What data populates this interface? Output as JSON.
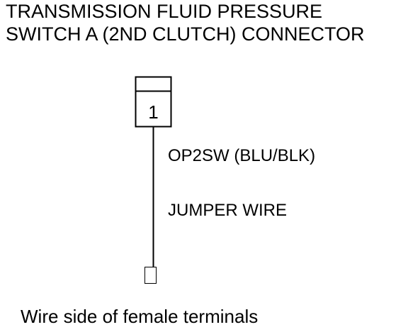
{
  "title": {
    "line1": "TRANSMISSION FLUID PRESSURE",
    "line2": "SWITCH A (2ND CLUTCH) CONNECTOR"
  },
  "connector": {
    "pin_number": "1"
  },
  "wire": {
    "label": "OP2SW (BLU/BLK)"
  },
  "jumper": {
    "label": "JUMPER WIRE"
  },
  "footer": {
    "label": "Wire side of female terminals"
  }
}
